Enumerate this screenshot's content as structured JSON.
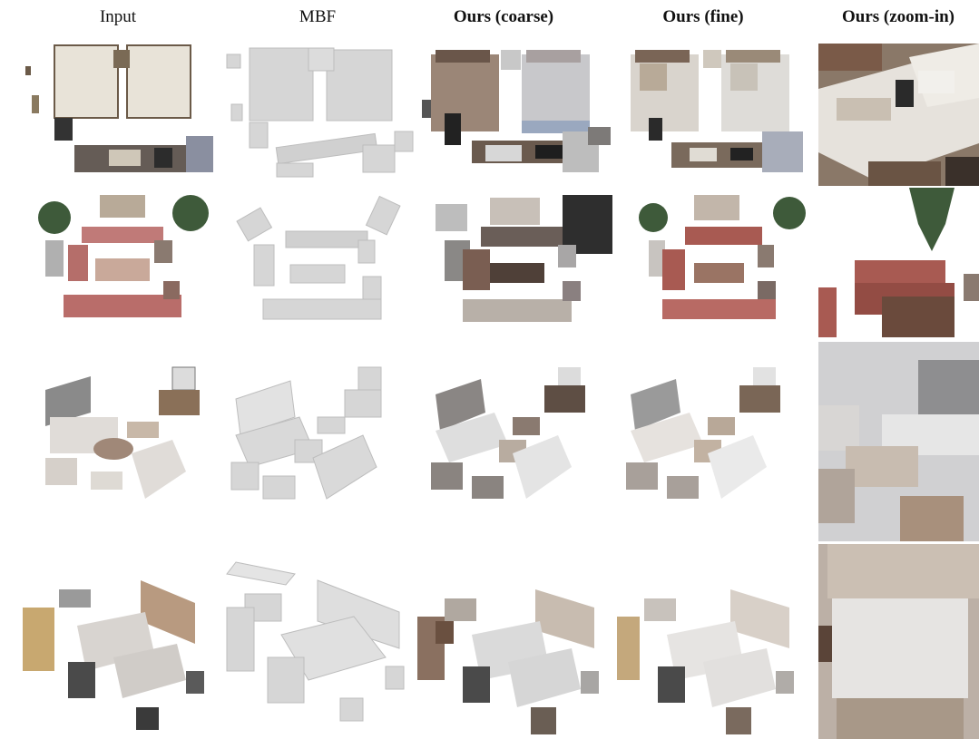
{
  "figure": {
    "columns": [
      {
        "label": "Input",
        "bold": false
      },
      {
        "label": "MBF",
        "bold": false
      },
      {
        "label": "Ours (coarse)",
        "bold": true
      },
      {
        "label": "Ours (fine)",
        "bold": true
      },
      {
        "label": "Ours (zoom-in)",
        "bold": true
      }
    ],
    "rows": [
      {
        "scene": "bedroom-twin-beds"
      },
      {
        "scene": "living-room-sofas-plants"
      },
      {
        "scene": "living-room-tv-sofas"
      },
      {
        "scene": "bedroom-double-beds"
      }
    ]
  },
  "palette": {
    "mbf_gray": "#d6d6d6",
    "coarse_brown": "#8a7466",
    "coarse_dark": "#2e2e2e",
    "fine_red": "#a85a52",
    "foliage": "#3e5a3a",
    "zoom_bg": "#cfcfcf"
  }
}
